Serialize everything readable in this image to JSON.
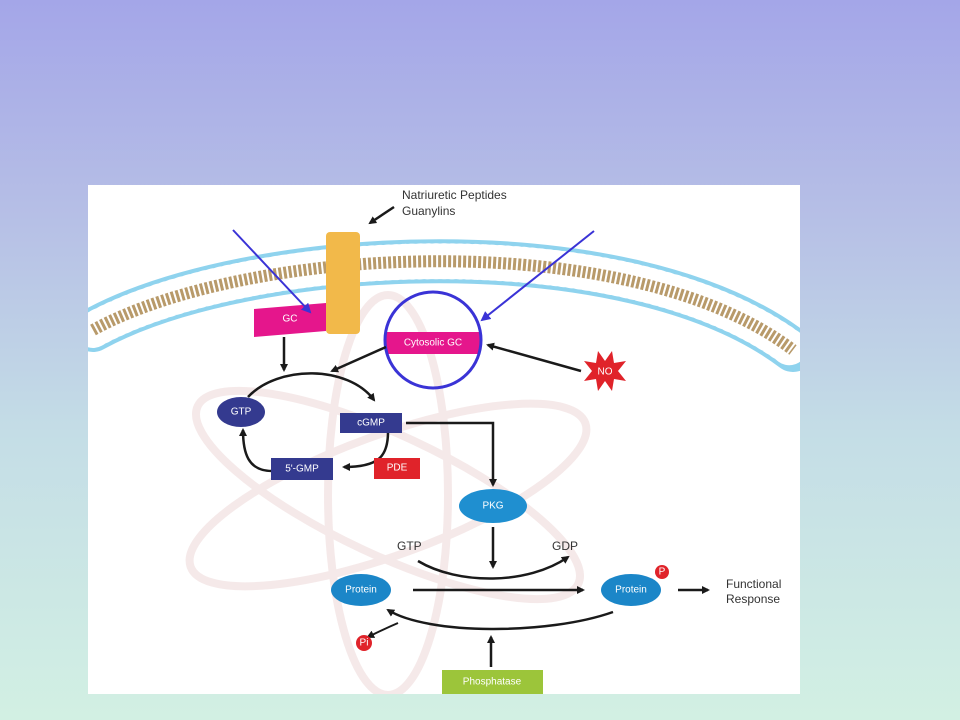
{
  "diagram": {
    "ligand_label_line1": "Natriuretic Peptides",
    "ligand_label_line2": "Guanylins",
    "gc": "GC",
    "cytosolic_gc": "Cytosolic GC",
    "no": "NO",
    "gtp_node": "GTP",
    "cgmp": "cGMP",
    "five_gmp": "5'-GMP",
    "pde": "PDE",
    "pkg": "PKG",
    "gtp_text": "GTP",
    "gdp_text": "GDP",
    "protein_left": "Protein",
    "protein_right": "Protein",
    "phospho_p": "P",
    "pi": "Pi",
    "functional_line1": "Functional",
    "functional_line2": "Response",
    "phosphatase": "Phosphatase"
  },
  "colors": {
    "magenta_box": "#e5168c",
    "navy_node": "#343a8f",
    "pde_red": "#e0232a",
    "pkg_blue": "#1f8fd0",
    "protein_blue": "#1b86c8",
    "phosphatase_green": "#9cc53a",
    "receptor_orange": "#f2b94a",
    "membrane_blue": "#8fd3ee",
    "annotation_blue": "#3a33d6"
  }
}
